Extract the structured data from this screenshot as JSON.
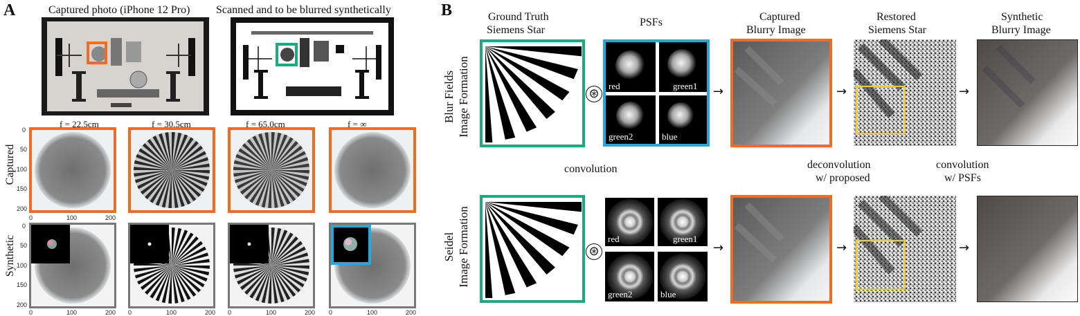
{
  "panel_a": {
    "letter": "A",
    "captured_title": "Captured photo (iPhone 12 Pro)",
    "scanned_title": "Scanned and to be blurred synthetically",
    "focus_labels": [
      "f = 22.5cm",
      "f = 30.5cm",
      "f = 65.0cm",
      "f = ∞"
    ],
    "row_captured": "Captured",
    "row_synthetic": "Synthetic",
    "y_ticks": [
      "0",
      "50",
      "100",
      "150",
      "200"
    ],
    "x_ticks": [
      "0",
      "100",
      "200"
    ]
  },
  "panel_b": {
    "letter": "B",
    "col_headers": {
      "gt": [
        "Ground Truth",
        "Siemens Star"
      ],
      "psfs": "PSFs",
      "captured": [
        "Captured",
        "Blurry Image"
      ],
      "restored": [
        "Restored",
        "Siemens Star"
      ],
      "synthetic": [
        "Synthetic",
        "Blurry Image"
      ]
    },
    "row1": [
      "Blur Fields",
      "Image Formation"
    ],
    "row2": [
      "Seidel",
      "Image Formation"
    ],
    "psf_channels": [
      "red",
      "green1",
      "green2",
      "blue"
    ],
    "ops": {
      "convolution": "convolution",
      "deconvolution": [
        "deconvolution",
        "w/ proposed"
      ],
      "convolution_psfs": [
        "convolution",
        "w/ PSFs"
      ]
    },
    "conv_symbol": "⊛",
    "arrow": "→"
  },
  "colors": {
    "orange": "#ef6c22",
    "green": "#1aaa80",
    "blue": "#25a9dd",
    "yellow": "#f2cf1e"
  }
}
